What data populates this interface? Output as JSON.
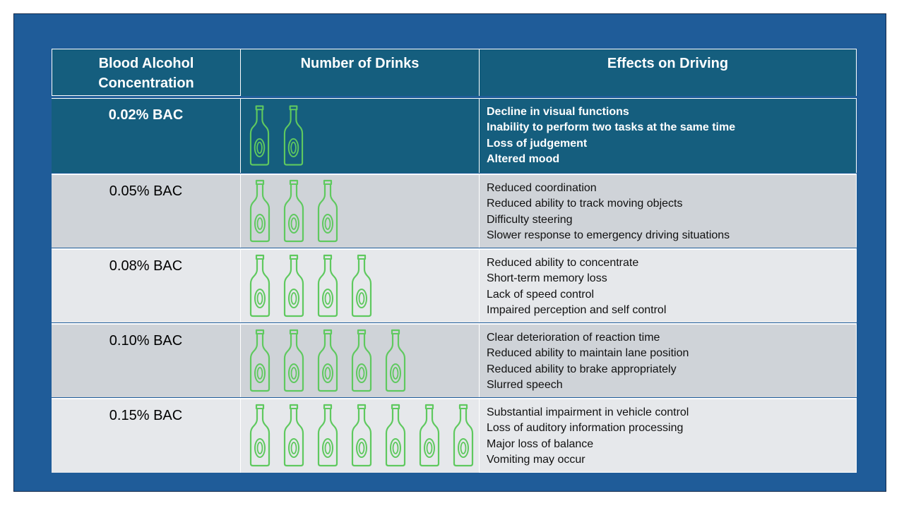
{
  "table": {
    "headers": [
      "Blood Alcohol Concentration",
      "Number of Drinks",
      "Effects on Driving"
    ],
    "header_lines": [
      "Blood Alcohol",
      "Concentration"
    ],
    "rows": [
      {
        "bac": "0.02% BAC",
        "drinks": 2,
        "effects": [
          "Decline in visual functions",
          "Inability to perform two tasks at the same time",
          "Loss of judgement",
          "Altered mood"
        ],
        "highlighted": true
      },
      {
        "bac": "0.05% BAC",
        "drinks": 3,
        "effects": [
          "Reduced coordination",
          "Reduced ability to track moving objects",
          "Difficulty steering",
          "Slower response to emergency driving situations"
        ],
        "highlighted": false
      },
      {
        "bac": "0.08% BAC",
        "drinks": 4,
        "effects": [
          "Reduced ability to concentrate",
          "Short-term memory loss",
          "Lack of speed control",
          "Impaired perception and self control"
        ],
        "highlighted": false
      },
      {
        "bac": "0.10% BAC",
        "drinks": 5,
        "effects": [
          "Clear deterioration of reaction time",
          "Reduced ability to maintain lane position",
          "Reduced ability to brake appropriately",
          "Slurred speech"
        ],
        "highlighted": false
      },
      {
        "bac": "0.15% BAC",
        "drinks": 7,
        "effects": [
          "Substantial impairment in vehicle control",
          "Loss of auditory information processing",
          "Major loss of balance",
          "Vomiting may occur"
        ],
        "highlighted": false
      }
    ]
  },
  "icons": {
    "drink": "bottle-icon"
  },
  "colors": {
    "background": "#1f5c99",
    "header": "#155e7e",
    "highlight_row": "#155e7e",
    "row_dark": "#cfd3d8",
    "row_light": "#e6e8eb",
    "bottle": "#5fc95f"
  }
}
